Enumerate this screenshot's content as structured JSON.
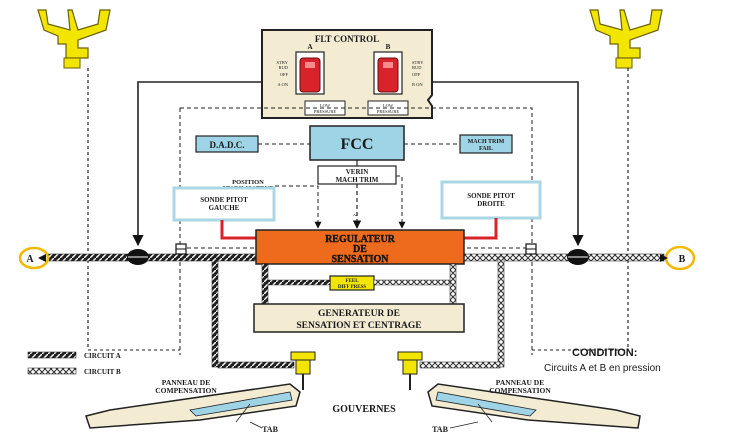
{
  "panel": {
    "title": "FLT CONTROL",
    "switch_a": "A",
    "switch_b": "B",
    "left_labels": [
      "STBY",
      "RUD",
      "OFF",
      "A ON"
    ],
    "right_labels": [
      "STBY",
      "RUD",
      "OFF",
      "B ON"
    ],
    "low_pressure_a": [
      "LOW",
      "PRESSURE"
    ],
    "low_pressure_b": [
      "LOW",
      "PRESSURE"
    ]
  },
  "boxes": {
    "dadc": "D.A.D.C.",
    "fcc": "FCC",
    "mach_trim_fail": [
      "MACH TRIM",
      "FAIL"
    ],
    "verin": [
      "VERIN",
      "MACH TRIM"
    ],
    "position_stab": [
      "POSITION",
      "STABILISATEUR"
    ],
    "sonde_gauche": [
      "SONDE PITOT",
      "GAUCHE"
    ],
    "sonde_droite": [
      "SONDE PITOT",
      "DROITE"
    ],
    "regulateur": [
      "REGULATEUR",
      "DE",
      "SENSATION"
    ],
    "feel_diff": [
      "FEEL",
      "DIFF PRESS"
    ],
    "generateur": [
      "GENERATEUR DE",
      "SENSATION ET CENTRAGE"
    ]
  },
  "circuits": {
    "a_marker": "A",
    "b_marker": "B",
    "legend_a": "CIRCUIT A",
    "legend_b": "CIRCUIT B"
  },
  "condition": {
    "title": "CONDITION:",
    "text": "Circuits A et B en pression"
  },
  "bottom": {
    "panneau_left": [
      "PANNEAU DE",
      "COMPENSATION"
    ],
    "panneau_right": [
      "PANNEAU DE",
      "COMPENSATION"
    ],
    "gouvernes": "GOUVERNES",
    "tab_left": "TAB",
    "tab_right": "TAB"
  },
  "colors": {
    "yolk_yellow": "#f2e600",
    "fcc_blue": "#9fd3e6",
    "regulator_orange": "#ee6a1c",
    "switch_red": "#d8232a",
    "highlight_cyan": "#a9d7e4",
    "marker_orange": "#f5b800",
    "panel_bg": "#f3ecd3"
  }
}
